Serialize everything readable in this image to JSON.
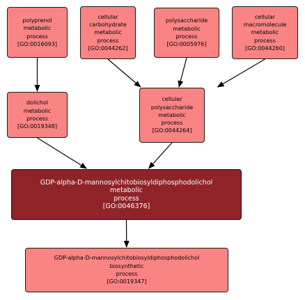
{
  "colors": {
    "node_fill": "#fa8484",
    "focus_fill": "#8f2328",
    "edge": "#000000",
    "background": "#ffffff"
  },
  "nodes": {
    "polyprenol": [
      "polyprenol",
      "metabolic",
      "process",
      "[GO:0016093]"
    ],
    "cellular_carbohydrate": [
      "cellular",
      "carbohydrate",
      "metabolic",
      "process",
      "[GO:0044262]"
    ],
    "polysaccharide": [
      "polysaccharide",
      "metabolic",
      "process",
      "[GO:0005976]"
    ],
    "cellular_macromolecule": [
      "cellular",
      "macromolecule",
      "metabolic",
      "process",
      "[GO:0044260]"
    ],
    "dolichol": [
      "dolichol",
      "metabolic",
      "process",
      "[GO:0019348]"
    ],
    "cellular_polysaccharide": [
      "cellular",
      "polysaccharide",
      "metabolic",
      "process",
      "[GO:0044264]"
    ],
    "gdp_metabolic": [
      "GDP-alpha-D-mannosylchitobiosyldiphosphodolichol",
      "metabolic",
      "process",
      "[GO:0046376]"
    ],
    "gdp_biosynthetic": [
      "GDP-alpha-D-mannosylchitobiosyldiphosphodolichol",
      "biosynthetic",
      "process",
      "[GO:0019347]"
    ]
  },
  "edges": [
    [
      "polyprenol",
      "dolichol"
    ],
    [
      "cellular_carbohydrate",
      "cellular_polysaccharide"
    ],
    [
      "polysaccharide",
      "cellular_polysaccharide"
    ],
    [
      "cellular_macromolecule",
      "cellular_polysaccharide"
    ],
    [
      "dolichol",
      "gdp_metabolic"
    ],
    [
      "cellular_polysaccharide",
      "gdp_metabolic"
    ],
    [
      "gdp_metabolic",
      "gdp_biosynthetic"
    ]
  ]
}
